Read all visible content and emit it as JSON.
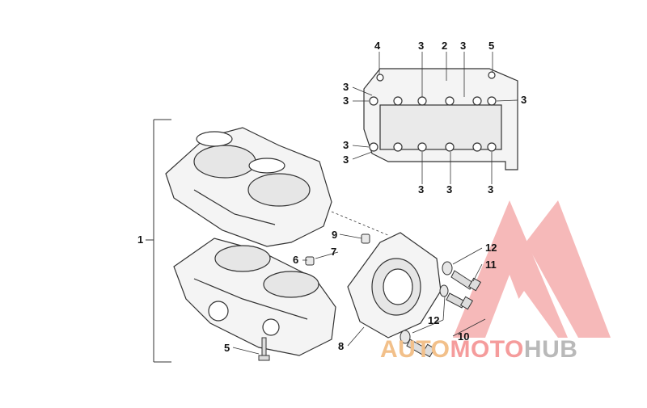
{
  "diagram": {
    "callouts": [
      "1",
      "2",
      "3",
      "4",
      "5",
      "6",
      "7",
      "8",
      "9",
      "10",
      "11",
      "12"
    ]
  },
  "watermark": {
    "part1": "AUTO",
    "part2": "MOTO",
    "part3": "HUB"
  },
  "colors": {
    "line": "#333333",
    "logo_red": "#f08080",
    "logo_orange": "#f2c08a",
    "logo_gray": "#b9b9b9"
  }
}
